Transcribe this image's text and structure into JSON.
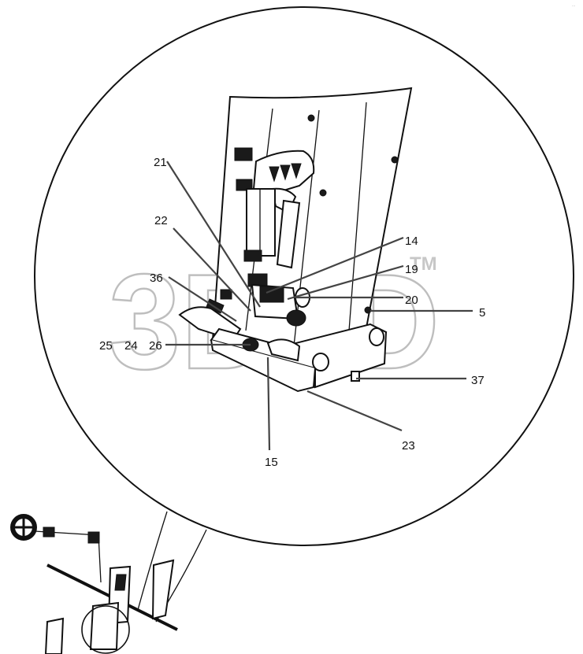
{
  "watermark": {
    "text": "3D3D",
    "trademark": "TM"
  },
  "signature": "...",
  "callouts": [
    {
      "id": "c21",
      "label": "21"
    },
    {
      "id": "c22",
      "label": "22"
    },
    {
      "id": "c36",
      "label": "36"
    },
    {
      "id": "c25",
      "label": "25"
    },
    {
      "id": "c24",
      "label": "24"
    },
    {
      "id": "c26",
      "label": "26"
    },
    {
      "id": "c14",
      "label": "14"
    },
    {
      "id": "c19",
      "label": "19"
    },
    {
      "id": "c20",
      "label": "20"
    },
    {
      "id": "c5",
      "label": "5"
    },
    {
      "id": "c37",
      "label": "37"
    },
    {
      "id": "c23",
      "label": "23"
    },
    {
      "id": "c15",
      "label": "15"
    }
  ]
}
